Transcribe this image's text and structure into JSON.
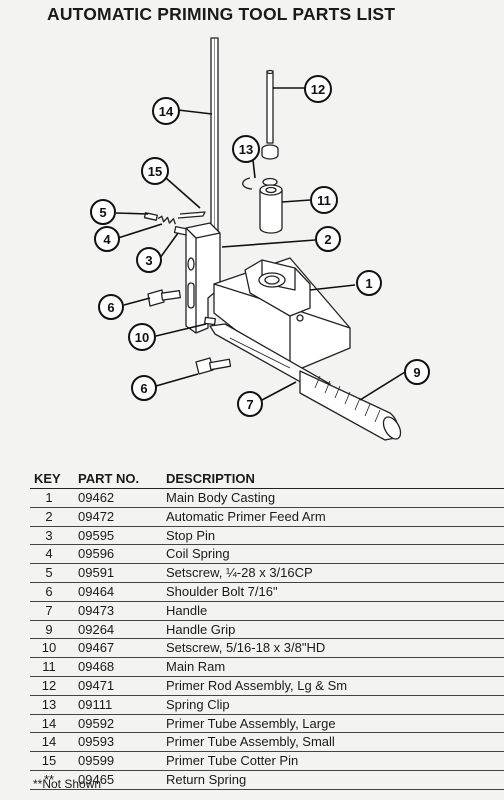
{
  "title": "AUTOMATIC PRIMING TOOL PARTS LIST",
  "callouts": [
    "1",
    "2",
    "3",
    "4",
    "5",
    "6",
    "6",
    "7",
    "9",
    "10",
    "11",
    "12",
    "13",
    "14",
    "15"
  ],
  "table": {
    "headers": {
      "key": "KEY",
      "part": "PART NO.",
      "desc": "DESCRIPTION"
    },
    "rows": [
      {
        "key": "1",
        "part": "09462",
        "desc": "Main Body Casting"
      },
      {
        "key": "2",
        "part": "09472",
        "desc": "Automatic Primer Feed Arm"
      },
      {
        "key": "3",
        "part": "09595",
        "desc": "Stop Pin"
      },
      {
        "key": "4",
        "part": "09596",
        "desc": "Coil Spring"
      },
      {
        "key": "5",
        "part": "09591",
        "desc": "Setscrew, ¼-28 x 3/16CP"
      },
      {
        "key": "6",
        "part": "09464",
        "desc": "Shoulder Bolt 7/16\""
      },
      {
        "key": "7",
        "part": "09473",
        "desc": "Handle"
      },
      {
        "key": "9",
        "part": "09264",
        "desc": "Handle Grip"
      },
      {
        "key": "10",
        "part": "09467",
        "desc": "Setscrew, 5/16-18 x 3/8\"HD"
      },
      {
        "key": "11",
        "part": "09468",
        "desc": "Main Ram"
      },
      {
        "key": "12",
        "part": "09471",
        "desc": "Primer Rod Assembly, Lg & Sm"
      },
      {
        "key": "13",
        "part": "09111",
        "desc": "Spring Clip"
      },
      {
        "key": "14",
        "part": "09592",
        "desc": "Primer Tube Assembly, Large"
      },
      {
        "key": "14",
        "part": "09593",
        "desc": "Primer Tube Assembly, Small"
      },
      {
        "key": "15",
        "part": "09599",
        "desc": "Primer Tube Cotter Pin"
      },
      {
        "key": "**",
        "part": "09465",
        "desc": "Return Spring"
      }
    ]
  },
  "footnote": "**Not Shown"
}
